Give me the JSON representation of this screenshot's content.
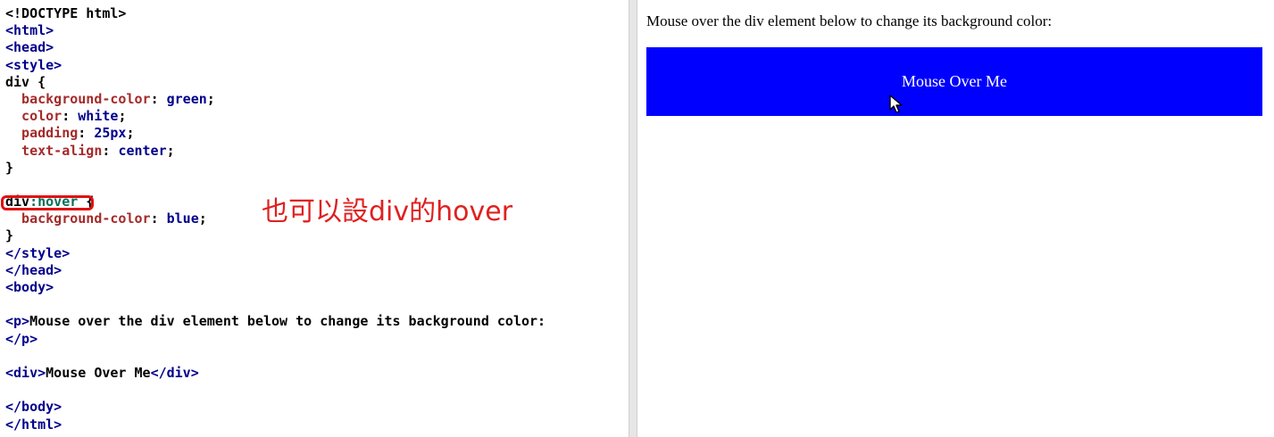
{
  "editor": {
    "lines": [
      [
        {
          "t": "<!DOCTYPE html>",
          "c": "plain"
        }
      ],
      [
        {
          "t": "<html>",
          "c": "tag"
        }
      ],
      [
        {
          "t": "<head>",
          "c": "tag"
        }
      ],
      [
        {
          "t": "<style>",
          "c": "tag"
        }
      ],
      [
        {
          "t": "div {",
          "c": "plain"
        }
      ],
      [
        {
          "t": "  background-color",
          "c": "prop"
        },
        {
          "t": ": ",
          "c": "plain"
        },
        {
          "t": "green",
          "c": "val"
        },
        {
          "t": ";",
          "c": "plain"
        }
      ],
      [
        {
          "t": "  color",
          "c": "prop"
        },
        {
          "t": ": ",
          "c": "plain"
        },
        {
          "t": "white",
          "c": "val"
        },
        {
          "t": ";",
          "c": "plain"
        }
      ],
      [
        {
          "t": "  padding",
          "c": "prop"
        },
        {
          "t": ": ",
          "c": "plain"
        },
        {
          "t": "25px",
          "c": "val"
        },
        {
          "t": ";",
          "c": "plain"
        }
      ],
      [
        {
          "t": "  text-align",
          "c": "prop"
        },
        {
          "t": ": ",
          "c": "plain"
        },
        {
          "t": "center",
          "c": "val"
        },
        {
          "t": ";",
          "c": "plain"
        }
      ],
      [
        {
          "t": "}",
          "c": "plain"
        }
      ],
      [
        {
          "t": "",
          "c": "plain"
        }
      ],
      [
        {
          "t": "div",
          "c": "plain"
        },
        {
          "t": ":hover",
          "c": "pseudo"
        },
        {
          "t": " {",
          "c": "plain"
        }
      ],
      [
        {
          "t": "  background-color",
          "c": "prop"
        },
        {
          "t": ": ",
          "c": "plain"
        },
        {
          "t": "blue",
          "c": "val"
        },
        {
          "t": ";",
          "c": "plain"
        }
      ],
      [
        {
          "t": "}",
          "c": "plain"
        }
      ],
      [
        {
          "t": "</style>",
          "c": "tag"
        }
      ],
      [
        {
          "t": "</head>",
          "c": "tag"
        }
      ],
      [
        {
          "t": "<body>",
          "c": "tag"
        }
      ],
      [
        {
          "t": "",
          "c": "plain"
        }
      ],
      [
        {
          "t": "<p>",
          "c": "tag"
        },
        {
          "t": "Mouse over the div element below to change its background color:",
          "c": "plain"
        }
      ],
      [
        {
          "t": "</p>",
          "c": "tag"
        }
      ],
      [
        {
          "t": "",
          "c": "plain"
        }
      ],
      [
        {
          "t": "<div>",
          "c": "tag"
        },
        {
          "t": "Mouse Over Me",
          "c": "plain"
        },
        {
          "t": "</div>",
          "c": "tag"
        }
      ],
      [
        {
          "t": "",
          "c": "plain"
        }
      ],
      [
        {
          "t": "</body>",
          "c": "tag"
        }
      ],
      [
        {
          "t": "</html>",
          "c": "tag"
        }
      ]
    ]
  },
  "annotation": {
    "text": "也可以設div的hover",
    "color": "#e02020"
  },
  "preview": {
    "paragraph": "Mouse over the div element below to change its background color:",
    "hover_div_label": "Mouse Over Me",
    "hover_div_color": "#0000ff",
    "cursor_icon": "arrow-cursor-icon"
  }
}
